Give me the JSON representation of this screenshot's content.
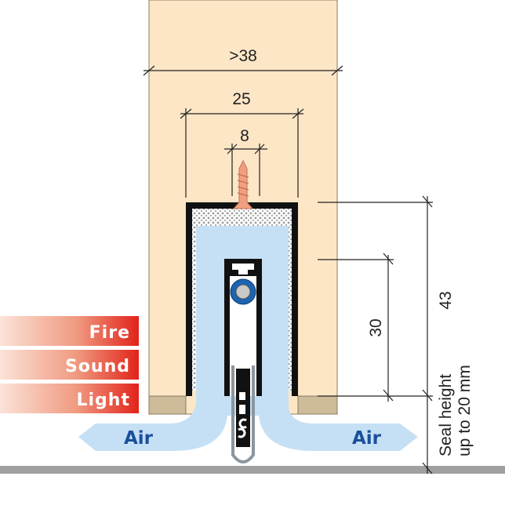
{
  "dimensions": {
    "door_width": ">38",
    "channel_width": "25",
    "screw_spacing": "8",
    "channel_depth": "30",
    "total_height": "43",
    "seal_height_line1": "Seal height",
    "seal_height_line2": "up to 20 mm"
  },
  "protection_labels": [
    "Fire",
    "Sound",
    "Light"
  ],
  "air_labels": {
    "left": "Air",
    "right": "Air"
  },
  "colors": {
    "door": "#fde6c6",
    "door_edge": "#cdbb9a",
    "air": "#c5e0f5",
    "air_text": "#1a4f9c",
    "label_red": "#e2231a",
    "floor": "#a0a0a0",
    "bearing": "#1d64b0"
  }
}
